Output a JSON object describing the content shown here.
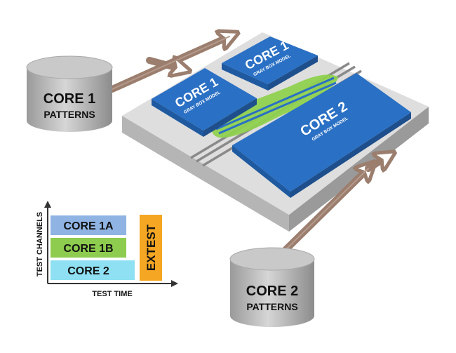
{
  "cylinder_core1": {
    "title": "CORE 1",
    "subtitle": "PATTERNS"
  },
  "cylinder_core2": {
    "title": "CORE 2",
    "subtitle": "PATTERNS"
  },
  "chip": {
    "block_core1_left": {
      "title": "CORE 1",
      "subtitle": "GRAY BOX MODEL"
    },
    "block_core1_right": {
      "title": "CORE 1",
      "subtitle": "GRAY BOX MODEL"
    },
    "block_core2": {
      "title": "CORE 2",
      "subtitle": "GRAY BOX MODEL"
    }
  },
  "schedule": {
    "y_axis_label": "TEST CHANNELS",
    "x_axis_label": "TEST TIME",
    "bars": [
      {
        "label": "CORE 1A",
        "color": "#8fb4e3"
      },
      {
        "label": "CORE 1B",
        "color": "#8dcc4e"
      },
      {
        "label": "CORE 2",
        "color": "#8ee0f2"
      }
    ],
    "extest": {
      "label": "EXTEST",
      "color": "#f5a623"
    }
  },
  "colors": {
    "core_blue": "#2a70c4",
    "chip_gray": "#d9d9d9",
    "arrow_brown": "#9b7e6e",
    "highlight_green": "#8fd14f"
  }
}
